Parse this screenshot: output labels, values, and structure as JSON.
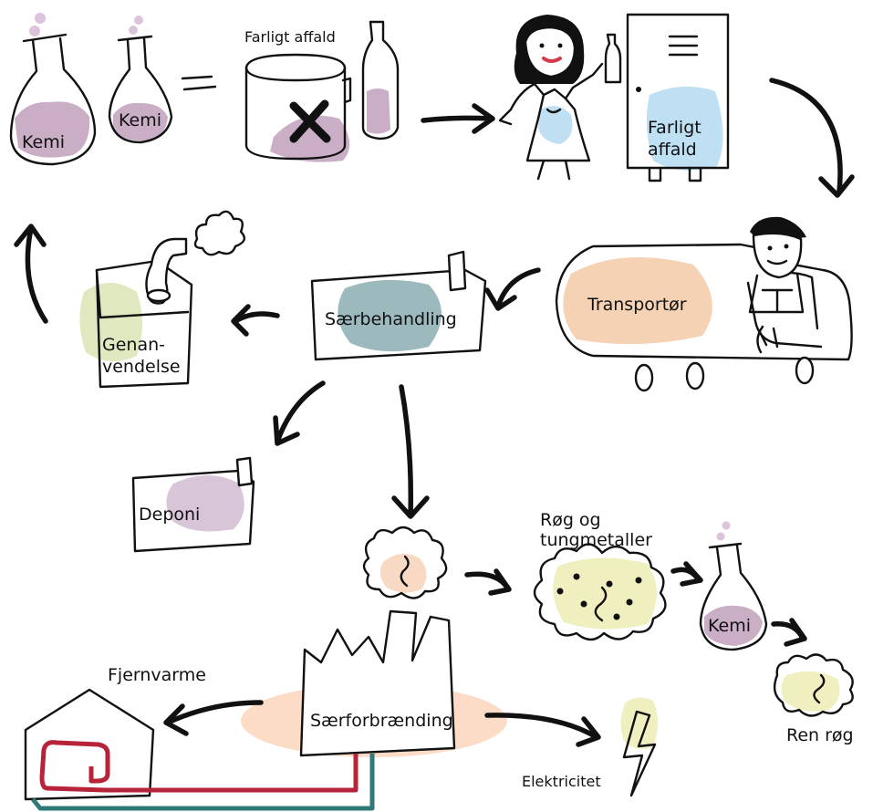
{
  "colors": {
    "kemi": "#c9aec6",
    "bubble": "#dcc3dc",
    "faerligt": "#bfe0f3",
    "transport": "#f6d2b5",
    "saerbehandling": "#9cb9bd",
    "genanvendelse": "#dfe8bf",
    "deponi": "#d8c6d8",
    "fire": "#f8d9c4",
    "smoke": "#f0efc0",
    "ellipse": "#fcdcc6",
    "pipe_red": "#b7243a",
    "pipe_teal": "#2f7a78",
    "lips": "#d33b4b",
    "ink": "#111111"
  },
  "labels": {
    "kemi_big": "Kemi",
    "kemi_small": "Kemi",
    "farligt_affald_title": "Farligt affald",
    "cabinet_line1": "Farligt",
    "cabinet_line2": "affald",
    "transportor": "Transportør",
    "saerbehandling": "Særbehandling",
    "genanvendelse_line1": "Genan-",
    "genanvendelse_line2": "vendelse",
    "deponi": "Deponi",
    "rog_line1": "Røg og",
    "rog_line2": "tungmetaller",
    "kemi_filter": "Kemi",
    "ren_rog": "Ren røg",
    "fjernvarme": "Fjernvarme",
    "saerforbraending": "Særforbrænding",
    "elektricitet": "Elektricitet"
  },
  "icons": [
    "flask-icon",
    "paint-can-icon",
    "bottle-icon",
    "x-mark-icon",
    "woman-icon",
    "cabinet-icon",
    "truck-icon",
    "driver-icon",
    "container-icon",
    "tap-icon",
    "fire-icon",
    "smoke-icon",
    "factory-icon",
    "house-icon",
    "lightning-icon"
  ]
}
